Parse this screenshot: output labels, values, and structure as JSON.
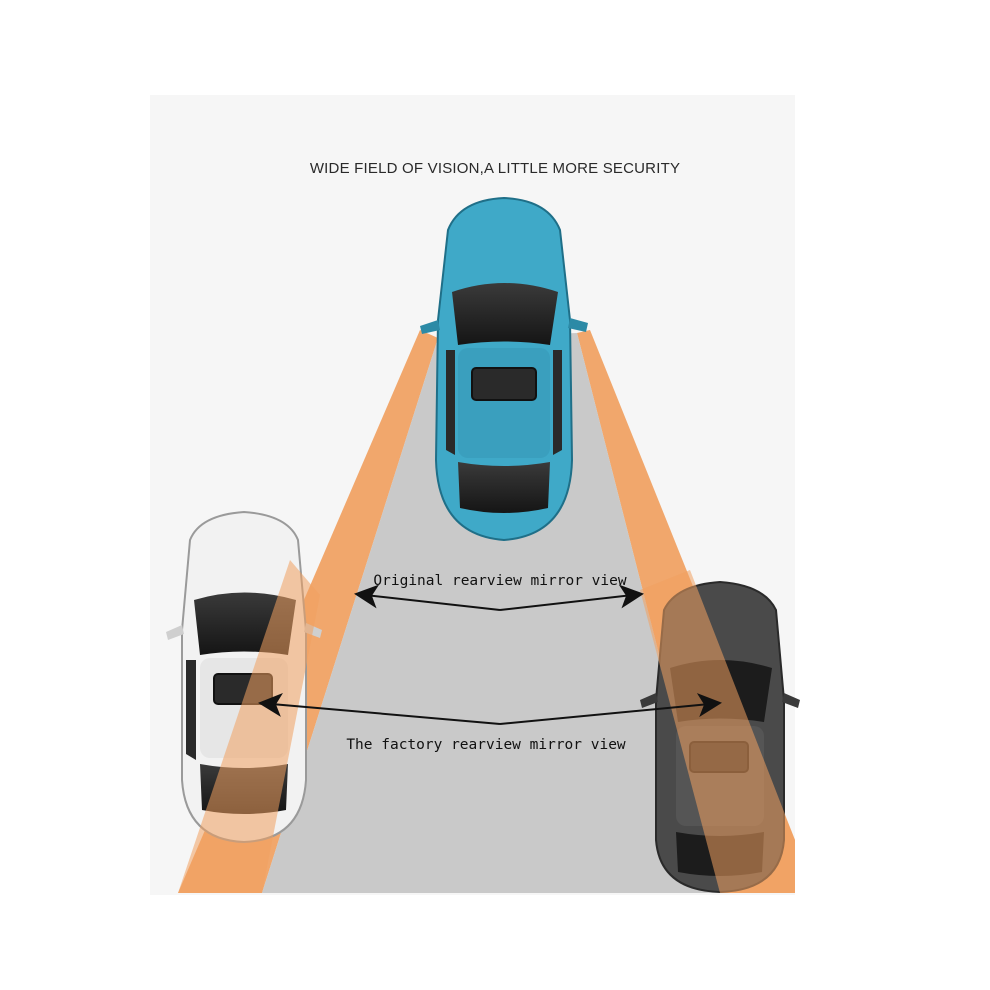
{
  "title": "WIDE FIELD OF VISION,A LITTLE MORE SECURITY",
  "labels": {
    "original_view": "Original rearview mirror view",
    "factory_view": "The factory rearview mirror view"
  },
  "colors": {
    "wide_view_beam": "#f0a060",
    "factory_view_zone": "#c9c9c9",
    "center_car": "#3fa9c8",
    "left_car": "#f2f2f2",
    "right_car": "#4a4a4a",
    "arrow": "#111111"
  },
  "cars": [
    {
      "name": "center-car",
      "color_key": "center_car"
    },
    {
      "name": "left-car",
      "color_key": "left_car"
    },
    {
      "name": "right-car",
      "color_key": "right_car"
    }
  ]
}
